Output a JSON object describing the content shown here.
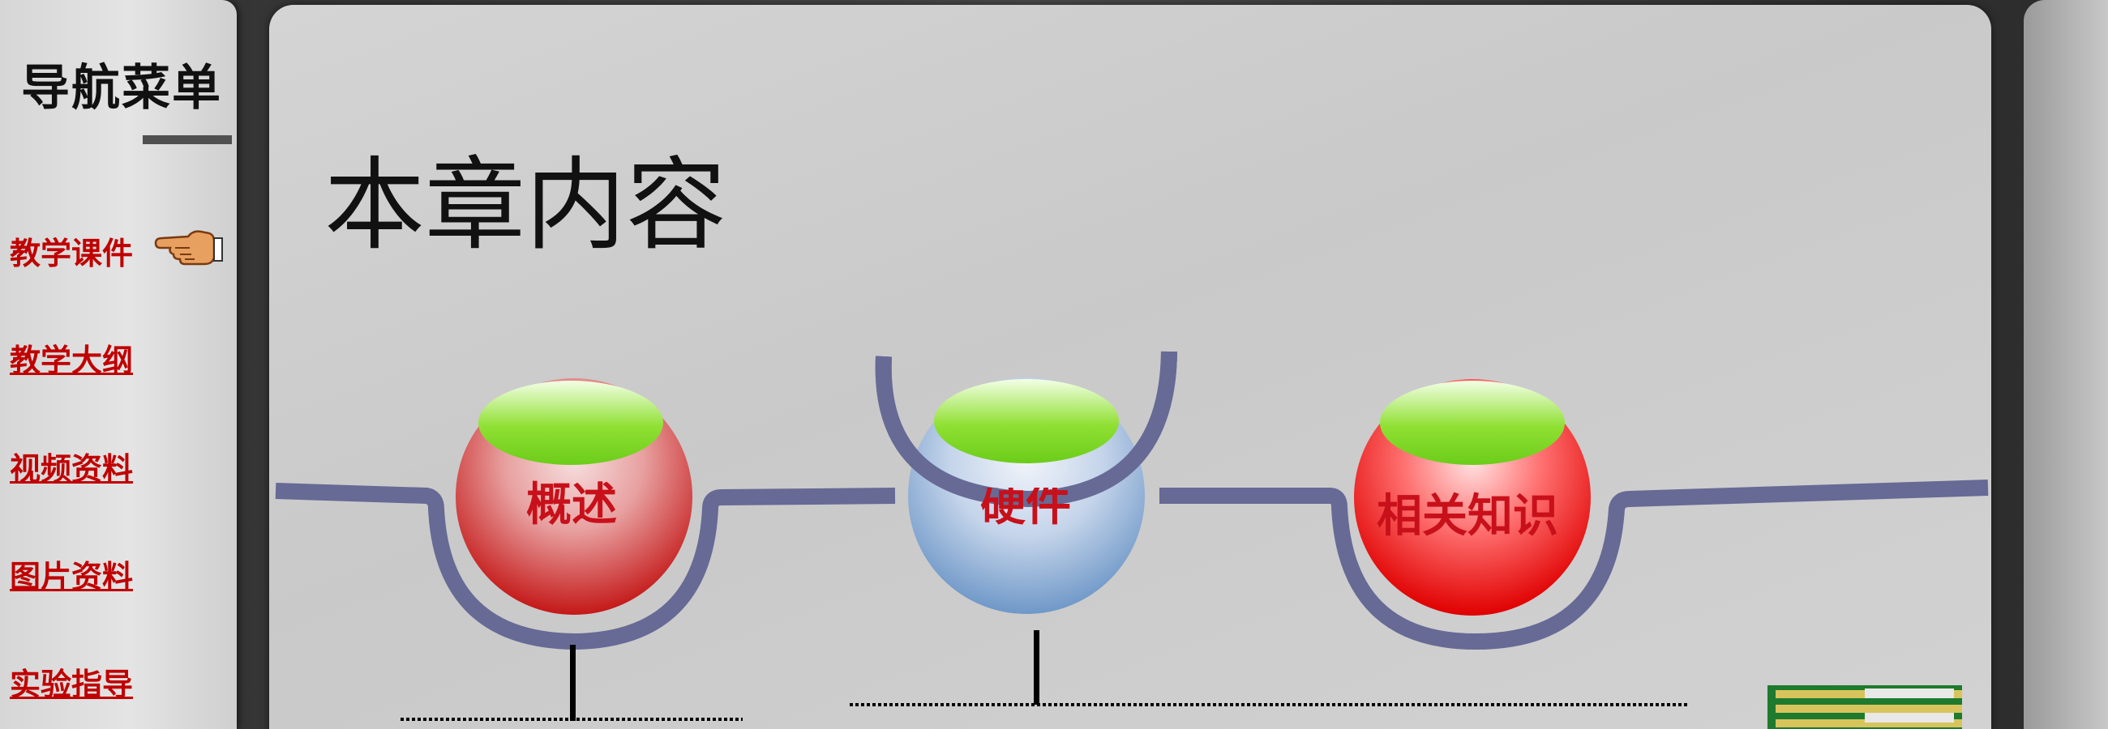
{
  "sidebar": {
    "title": "导航菜单",
    "items": [
      {
        "label": "教学课件"
      },
      {
        "label": "教学大纲"
      },
      {
        "label": "视频资料"
      },
      {
        "label": "图片资料"
      },
      {
        "label": "实验指导"
      }
    ]
  },
  "slide": {
    "title": "本章内容",
    "topics": [
      {
        "label": "概述"
      },
      {
        "label": "硬件"
      },
      {
        "label": "相关知识"
      }
    ]
  },
  "colors": {
    "link_red": "#c00000",
    "topic_red": "#c8101a",
    "track": "#666a95",
    "orb_green": "#8fe032"
  }
}
